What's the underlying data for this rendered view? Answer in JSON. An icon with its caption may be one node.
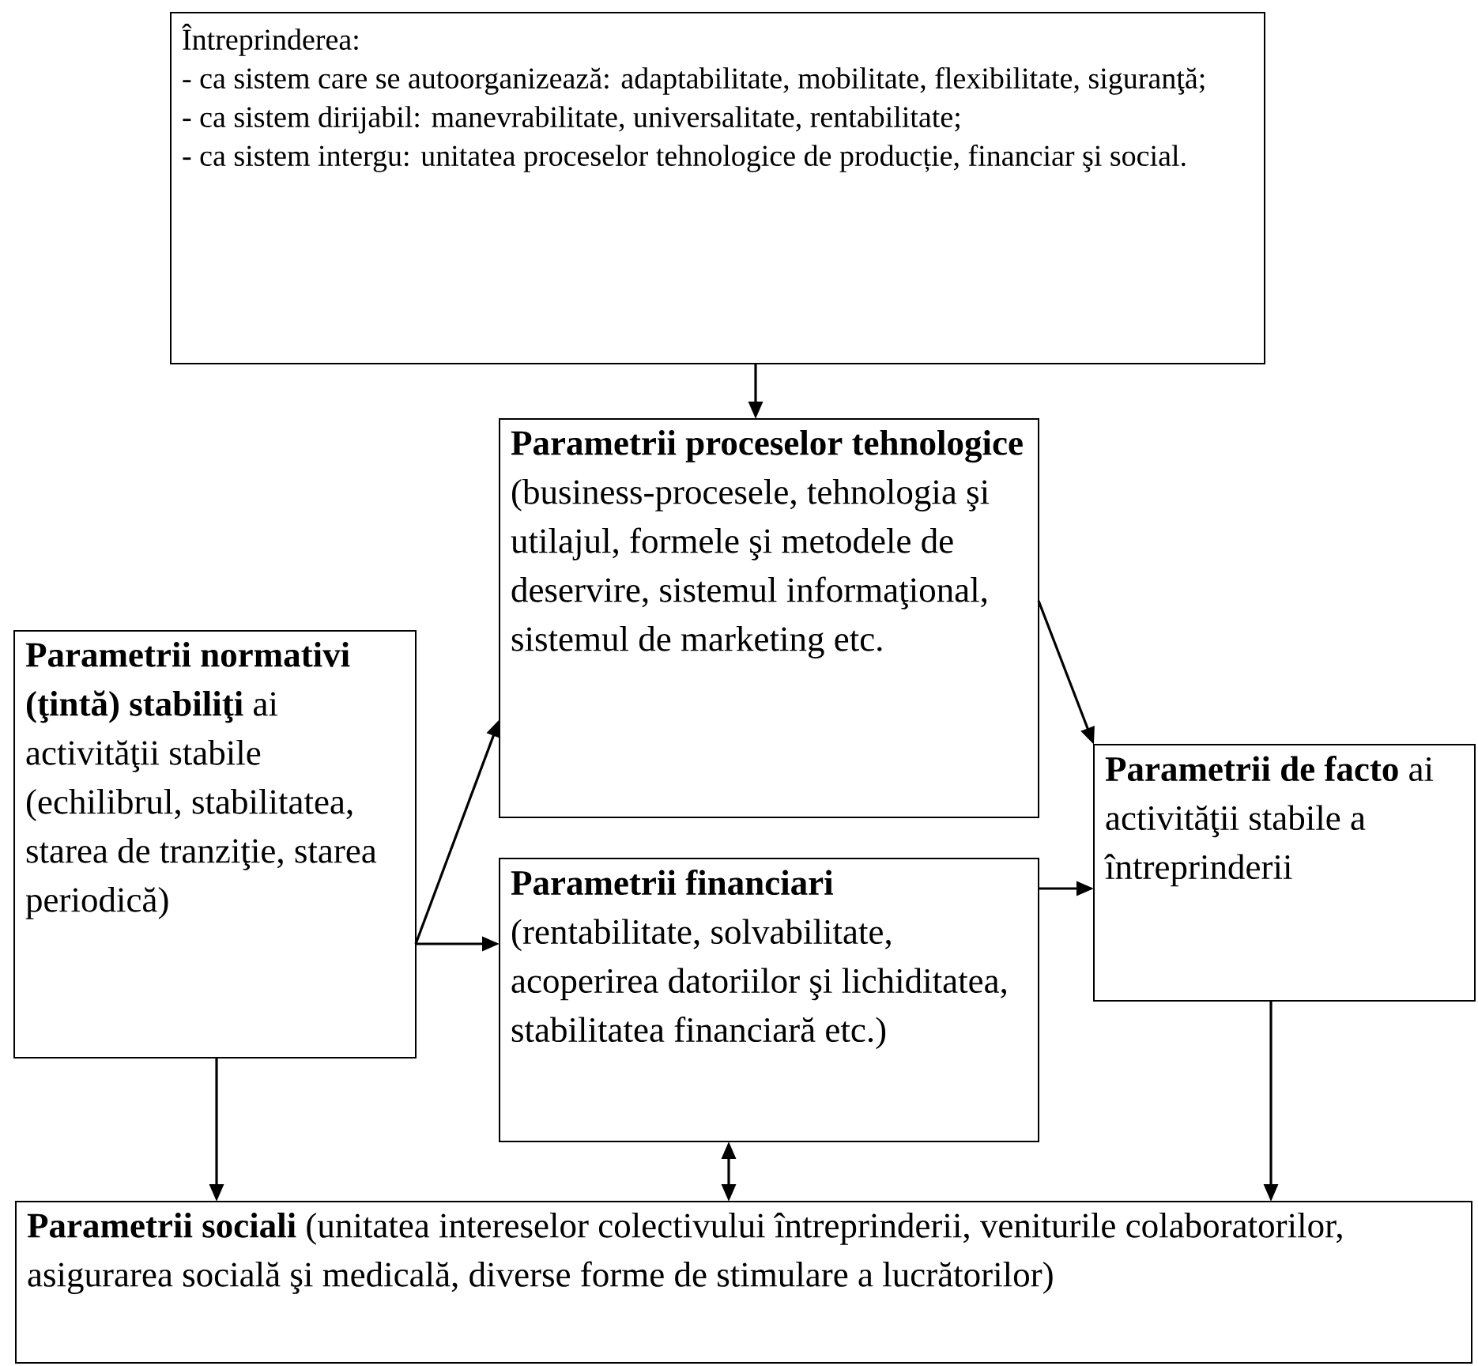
{
  "diagram": {
    "nodes": [
      {
        "text": [
          "Întreprinderea:",
          "- ca sistem care se autoorganizează: adaptabilitate, mobilitate, flexibilitate, siguranţă;",
          "- ca sistem dirijabil: manevrabilitate, universalitate, rentabilitate;",
          "- ca sistem intergu: unitatea proceselor tehnologice de producție, financiar şi social."
        ]
      },
      {
        "text": [
          "**Parametrii proceselor tehnologice** (business-procesele, tehnologia şi utilajul, formele şi metodele de deservire, sistemul informaţional, sistemul de marketing etc."
        ]
      },
      {
        "text": [
          "**Parametrii normativi (ţintă) stabiliţi** ai activităţii stabile (echilibrul, stabilitatea, starea de tranziţie, starea periodică)"
        ]
      },
      {
        "text": [
          "**Parametrii financiari** (rentabilitate, solvabilitate, acoperirea datoriilor şi lichiditatea, stabilitatea financiară etc.)"
        ]
      },
      {
        "text": [
          "**Parametrii de facto** ai activităţii stabile a întreprinderii"
        ]
      },
      {
        "text": [
          "**Parametrii sociali** (unitatea intereselor colectivului întreprinderii, veniturile colaboratorilor, asigurarea socială şi medicală, diverse forme de stimulare a lucrătorilor)"
        ]
      }
    ],
    "edges": [
      {
        "from": 0,
        "to": 1,
        "arrow": "to"
      },
      {
        "from": 2,
        "to": 1,
        "arrow": "to"
      },
      {
        "from": 2,
        "to": 3,
        "arrow": "to"
      },
      {
        "from": 1,
        "to": 4,
        "arrow": "to"
      },
      {
        "from": 3,
        "to": 4,
        "arrow": "to"
      },
      {
        "from": 2,
        "to": 5,
        "arrow": "to"
      },
      {
        "from": 3,
        "to": 5,
        "arrow": "both"
      },
      {
        "from": 4,
        "to": 5,
        "arrow": "to"
      }
    ]
  }
}
